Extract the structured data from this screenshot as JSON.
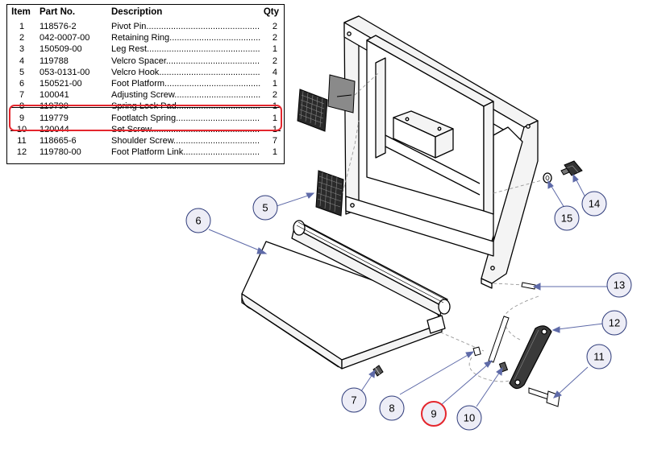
{
  "table": {
    "headers": {
      "item": "Item",
      "part": "Part No.",
      "desc": "Description",
      "qty": "Qty"
    },
    "rows": [
      {
        "item": "1",
        "part": "118576-2",
        "desc": "Pivot Pin",
        "qty": "2"
      },
      {
        "item": "2",
        "part": "042-0007-00",
        "desc": "Retaining Ring",
        "qty": "2"
      },
      {
        "item": "3",
        "part": "150509-00",
        "desc": "Leg Rest",
        "qty": "1"
      },
      {
        "item": "4",
        "part": "119788",
        "desc": "Velcro Spacer",
        "qty": "2"
      },
      {
        "item": "5",
        "part": "053-0131-00",
        "desc": "Velcro Hook",
        "qty": "4"
      },
      {
        "item": "6",
        "part": "150521-00",
        "desc": "Foot Platform",
        "qty": "1"
      },
      {
        "item": "7",
        "part": "100041",
        "desc": "Adjusting Screw",
        "qty": "2"
      },
      {
        "item": "8",
        "part": "119790",
        "desc": "Spring Lock Pad",
        "qty": "1"
      },
      {
        "item": "9",
        "part": "119779",
        "desc": "Footlatch Spring",
        "qty": "1"
      },
      {
        "item": "10",
        "part": "120044",
        "desc": "Set Screw",
        "qty": "1"
      },
      {
        "item": "11",
        "part": "118665-6",
        "desc": "Shoulder Screw",
        "qty": "7"
      },
      {
        "item": "12",
        "part": "119780-00",
        "desc": "Foot Platform Link",
        "qty": "1"
      }
    ],
    "highlighted_item": "9"
  },
  "callouts": [
    {
      "num": "5"
    },
    {
      "num": "6"
    },
    {
      "num": "7"
    },
    {
      "num": "8"
    },
    {
      "num": "9",
      "highlight": true
    },
    {
      "num": "10"
    },
    {
      "num": "11"
    },
    {
      "num": "12"
    },
    {
      "num": "13"
    },
    {
      "num": "14"
    },
    {
      "num": "15"
    }
  ],
  "colors": {
    "callout_fill": "#ededf6",
    "callout_stroke": "#2e3b7a",
    "highlight_red": "#e4262d",
    "leader": "#5e6aa8",
    "part_fill": "#f3f3f3",
    "dark_part": "#3a3a3a"
  }
}
